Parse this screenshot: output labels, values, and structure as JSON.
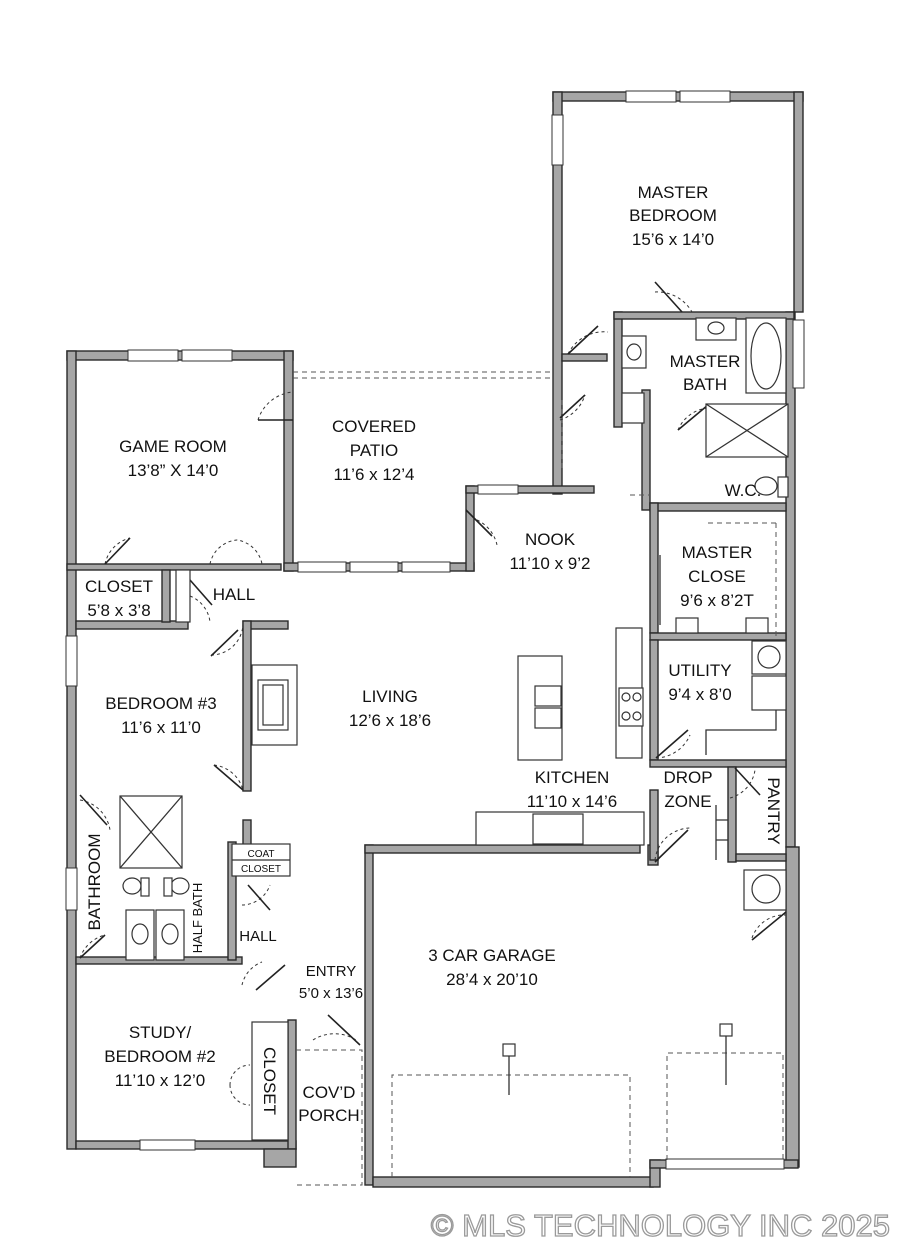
{
  "rooms": {
    "master_bedroom": {
      "name_1": "MASTER",
      "name_2": "BEDROOM",
      "size": "15’6 x 14’0"
    },
    "master_bath": {
      "name_1": "MASTER",
      "name_2": "BATH"
    },
    "wc": {
      "name": "W.C."
    },
    "master_closet": {
      "name_1": "MASTER",
      "name_2": "CLOSE",
      "size": "9’6 x 8’2T"
    },
    "game_room": {
      "name": "GAME ROOM",
      "size": "13’8” X 14’0"
    },
    "covered_patio": {
      "name_1": "COVERED",
      "name_2": "PATIO",
      "size": "11’6 x 12’4"
    },
    "nook": {
      "name": "NOOK",
      "size": "11’10 x 9’2"
    },
    "closet_game": {
      "name": "CLOSET",
      "size": "5’8 x 3’8"
    },
    "hall_upper": {
      "name": "HALL"
    },
    "bedroom_3": {
      "name": "BEDROOM #3",
      "size": "11’6 x 11’0"
    },
    "living": {
      "name": "LIVING",
      "size": "12’6 x 18’6"
    },
    "utility": {
      "name": "UTILITY",
      "size": "9’4 x 8’0"
    },
    "kitchen": {
      "name": "KITCHEN",
      "size": "11’10 x 14’6"
    },
    "drop_zone": {
      "name_1": "DROP",
      "name_2": "ZONE"
    },
    "pantry": {
      "name": "PANTRY"
    },
    "bathroom": {
      "name": "BATHROOM"
    },
    "half_bath": {
      "name": "HALF BATH"
    },
    "coat_closet": {
      "name_1": "COAT",
      "name_2": "CLOSET"
    },
    "hall_lower": {
      "name": "HALL"
    },
    "garage": {
      "name": "3 CAR GARAGE",
      "size": "28’4 x 20’10"
    },
    "entry": {
      "name": "ENTRY",
      "size": "5’0 x 13’6"
    },
    "study": {
      "name_1": "STUDY/",
      "name_2": "BEDROOM #2",
      "size": "11’10 x 12’0"
    },
    "closet_study": {
      "name": "CLOSET"
    },
    "covd_porch": {
      "name_1": "COV’D",
      "name_2": "PORCH"
    }
  },
  "watermark": "© MLS TECHNOLOGY INC 2025",
  "colors": {
    "wall_fill": "#a6a6a6",
    "line": "#2a2a2a",
    "background": "#ffffff"
  }
}
